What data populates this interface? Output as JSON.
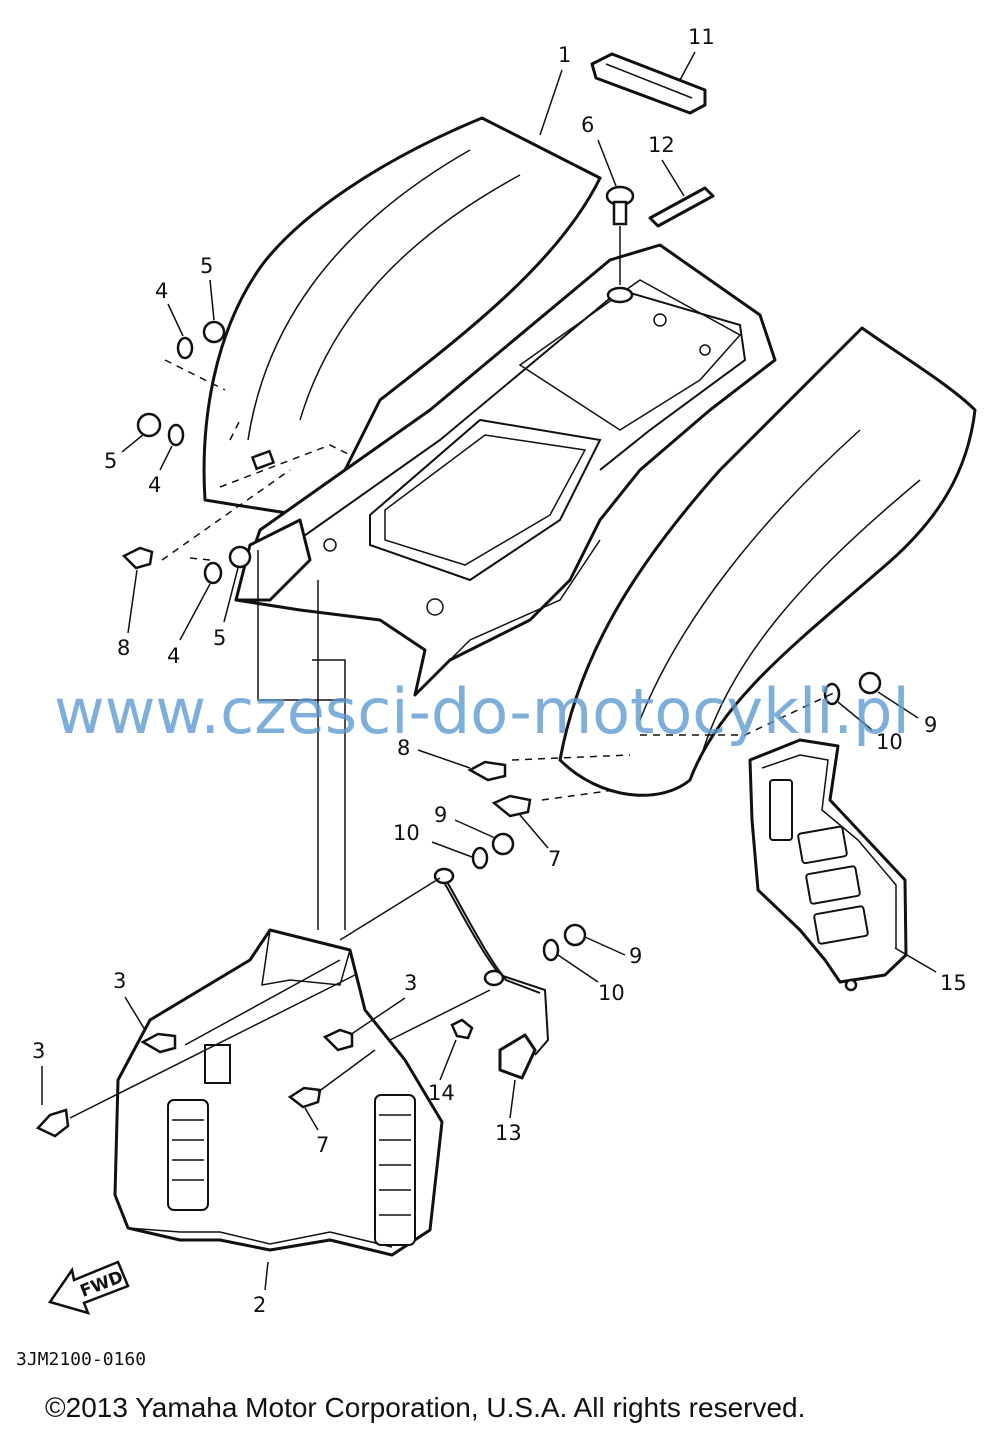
{
  "callouts": [
    {
      "id": "1",
      "label": "1"
    },
    {
      "id": "2",
      "label": "2"
    },
    {
      "id": "3a",
      "label": "3"
    },
    {
      "id": "3b",
      "label": "3"
    },
    {
      "id": "3c",
      "label": "3"
    },
    {
      "id": "4a",
      "label": "4"
    },
    {
      "id": "4b",
      "label": "4"
    },
    {
      "id": "4c",
      "label": "4"
    },
    {
      "id": "5a",
      "label": "5"
    },
    {
      "id": "5b",
      "label": "5"
    },
    {
      "id": "5c",
      "label": "5"
    },
    {
      "id": "6",
      "label": "6"
    },
    {
      "id": "7a",
      "label": "7"
    },
    {
      "id": "7b",
      "label": "7"
    },
    {
      "id": "8a",
      "label": "8"
    },
    {
      "id": "8b",
      "label": "8"
    },
    {
      "id": "9a",
      "label": "9"
    },
    {
      "id": "9b",
      "label": "9"
    },
    {
      "id": "9c",
      "label": "9"
    },
    {
      "id": "10a",
      "label": "10"
    },
    {
      "id": "10b",
      "label": "10"
    },
    {
      "id": "10c",
      "label": "10"
    },
    {
      "id": "11",
      "label": "11"
    },
    {
      "id": "12",
      "label": "12"
    },
    {
      "id": "13",
      "label": "13"
    },
    {
      "id": "14",
      "label": "14"
    },
    {
      "id": "15",
      "label": "15"
    }
  ],
  "fwd_marker": "FWD",
  "drawing_code": "3JM2100-0160",
  "watermark": "www.czesci-do-motocykli.pl",
  "copyright": "©2013 Yamaha Motor Corporation, U.S.A. All rights reserved.",
  "colors": {
    "line": "#111111",
    "watermark": "#5a97cf",
    "background": "#ffffff"
  }
}
